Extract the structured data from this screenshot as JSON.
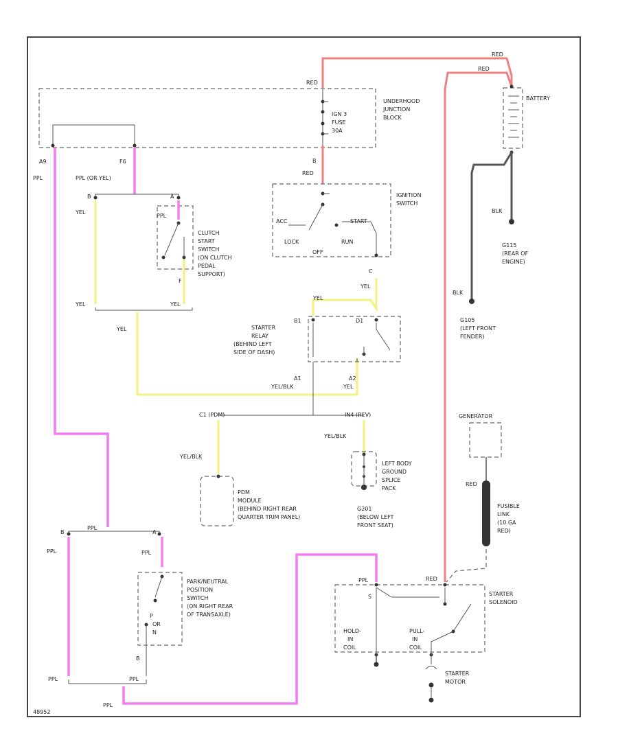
{
  "labels": {
    "red_top": "RED",
    "red_batt1": "RED",
    "red_batt2": "RED",
    "underhood": "UNDERHOOD",
    "junction": "JUNCTION",
    "block": "BLOCK",
    "fuse1": "IGN 3",
    "fuse2": "FUSE",
    "fuse3": "30A",
    "battery": "BATTERY",
    "a9": "A9",
    "f6": "F6",
    "ppl_left": "PPL",
    "ppl_or_yel": "PPL (OR YEL)",
    "b_term": "B",
    "red_ign": "RED",
    "ignition1": "IGNITION",
    "ignition2": "SWITCH",
    "acc": "ACC",
    "start": "START",
    "lock": "LOCK",
    "off": "OFF",
    "run": "RUN",
    "c_term": "C",
    "blk1": "BLK",
    "g115_1": "G115",
    "g115_2": "(REAR OF",
    "g115_3": "ENGINE)",
    "blk2": "BLK",
    "g105_1": "G105",
    "g105_2": "(LEFT FRONT",
    "g105_3": "FENDER)",
    "clutch_b": "B",
    "clutch_a": "A",
    "yel_c1": "YEL",
    "ppl_c": "PPL",
    "clutch1": "CLUTCH",
    "clutch2": "START",
    "clutch3": "SWITCH",
    "clutch4": "(ON CLUTCH",
    "clutch5": "PEDAL",
    "clutch6": "SUPPORT)",
    "clutch_term": "F",
    "yel_c2": "YEL",
    "yel_c3": "YEL",
    "yel_c4": "YEL",
    "yel_relay_top": "YEL",
    "yel_ign": "YEL",
    "relay_b1": "B1",
    "relay_d1": "D1",
    "relay1": "STARTER",
    "relay2": "RELAY",
    "relay3": "(BEHIND LEFT",
    "relay4": "SIDE OF DASH)",
    "a1": "A1",
    "a2": "A2",
    "yel_blk": "YEL/BLK",
    "yel_a2": "YEL",
    "conn_left": "C1 (PDM)",
    "conn_right": "IN4 (REV)",
    "yel_blk_l": "YEL/BLK",
    "yel_blk_r": "YEL/BLK",
    "pdm1": "PDM",
    "pdm2": "MODULE",
    "pdm3": "(BEHIND RIGHT REAR",
    "pdm4": "QUARTER TRIM PANEL)",
    "splice1": "LEFT BODY",
    "splice2": "GROUND",
    "splice3": "SPLICE",
    "splice4": "PACK",
    "g201_1": "G201",
    "g201_2": "(BELOW LEFT",
    "g201_3": "FRONT SEAT)",
    "generator": "GENERATOR",
    "red_fl": "RED",
    "fl1": "FUSIBLE",
    "fl2": "LINK",
    "fl3": "(10 GA",
    "fl4": "RED)",
    "pn_b": "B",
    "pn_a": "A",
    "ppl_p1": "PPL",
    "ppl_p2": "PPL",
    "ppl_p3": "PPL",
    "pn1": "PARK/NEUTRAL",
    "pn2": "POSITION",
    "pn3": "SWITCH",
    "pn4": "(ON RIGHT REAR",
    "pn5": "OF TRANSAXLE)",
    "pn_p": "P",
    "pn_or": "OR",
    "pn_n": "N",
    "pn_term": "B",
    "ppl_p4": "PPL",
    "ppl_p5": "PPL",
    "ppl_p6": "PPL",
    "ppl_sol": "PPL",
    "red_sol": "RED",
    "sol_s": "S",
    "sol1": "STARTER",
    "sol2": "SOLENOID",
    "hold1": "HOLD-",
    "hold2": "IN",
    "hold3": "COIL",
    "pull1": "PULL-",
    "pull2": "IN",
    "pull3": "COIL",
    "motor1": "STARTER",
    "motor2": "MOTOR",
    "code": "48952"
  }
}
